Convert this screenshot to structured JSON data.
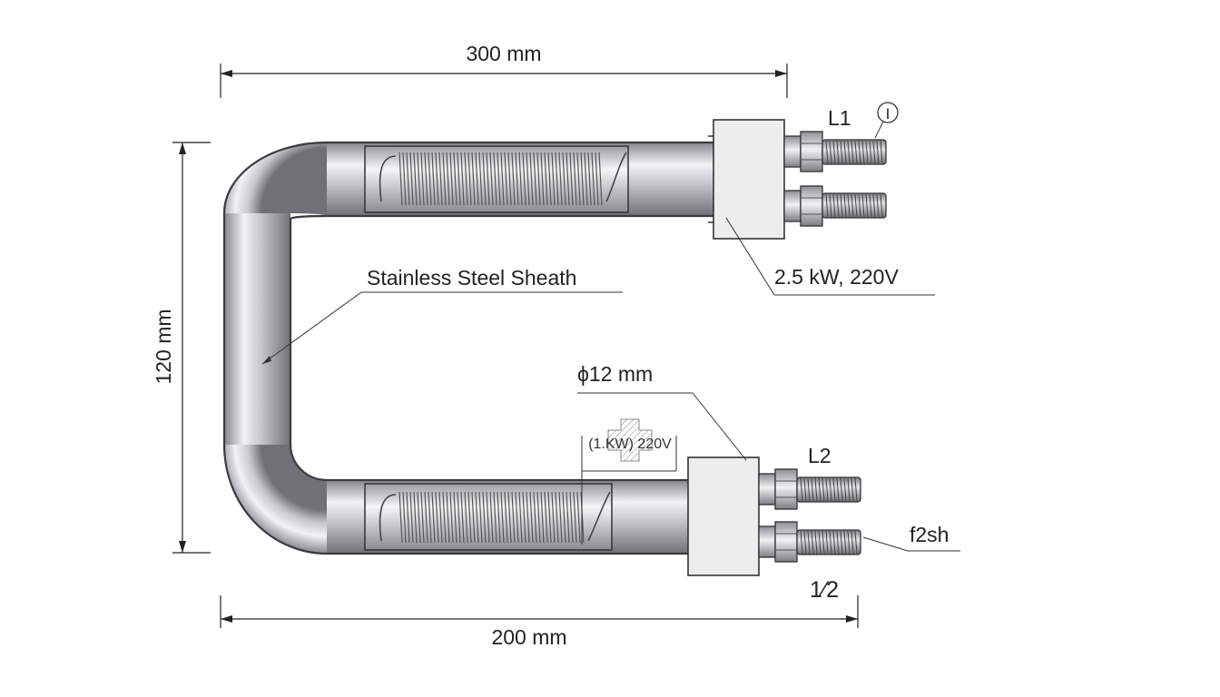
{
  "colors": {
    "line": "#222222",
    "steel_dark": "#7d7f84",
    "steel_light": "#f2f3f5",
    "block_fill": "#ededee",
    "background": "#ffffff"
  },
  "dimensions": {
    "top_width": "300 mm",
    "bottom_width": "200 mm",
    "height": "120 mm"
  },
  "labels": {
    "sheath": "Stainless Steel Sheath",
    "rating": "2.5 kW, 220V",
    "diameter": "ϕ12 mm",
    "terminal_1": "L1",
    "terminal_2": "L2",
    "stamp": "(1.KW) 220V",
    "thread": "f2sh",
    "fraction": "1⁄2",
    "circle_mark": "I"
  },
  "icons": {
    "terminal_marker": "circle-i-icon",
    "stamp_marker": "cross-hatch-icon"
  }
}
